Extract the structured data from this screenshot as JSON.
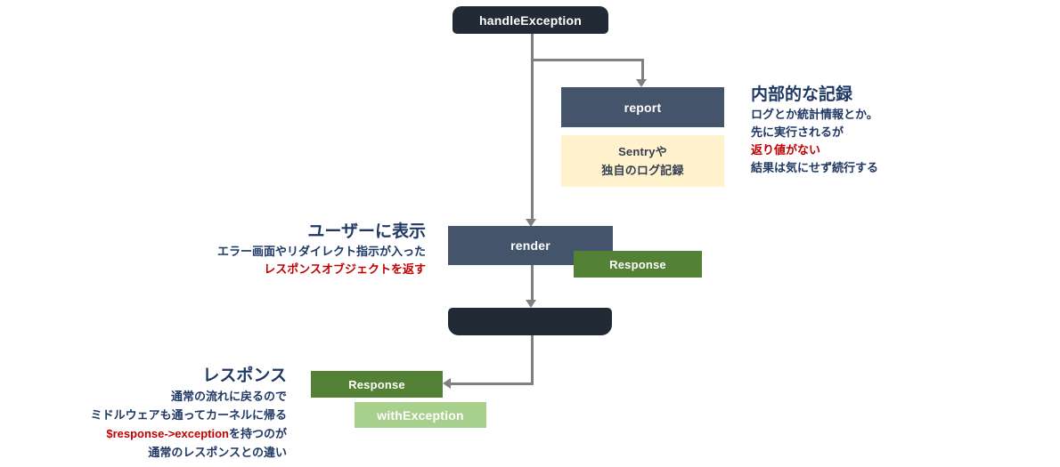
{
  "flowchart": {
    "handle_exception_label": "handleException",
    "report_label": "report",
    "sentry_note": {
      "line1": "Sentryや",
      "line2": "独自のログ記録"
    },
    "render_label": "render",
    "response_mid_label": "Response",
    "response_final_label": "Response",
    "with_exception_label": "withException"
  },
  "annotations": {
    "internal_log": {
      "heading": "内部的な記録",
      "lines": [
        "ログとか統計情報とか。",
        "先に実行されるが",
        "返り値がない",
        "結果は気にせず続行する"
      ]
    },
    "user_display": {
      "heading": "ユーザーに表示",
      "lines": [
        "エラー画面やリダイレクト指示が入った",
        "レスポンスオブジェクトを返す"
      ]
    },
    "response_note": {
      "heading": "レスポンス",
      "lines": [
        "通常の流れに戻るので",
        "ミドルウェアも通ってカーネルに帰る"
      ],
      "line3_code": "$response->exception",
      "line3_suffix": "を持つのが",
      "line4": "通常のレスポンスとの違い"
    }
  },
  "colors": {
    "dark_navy_box": "#222A35",
    "slate_box": "#44546A",
    "yellow_note": "#FFF2CC",
    "green_box": "#538135",
    "light_green_box": "#A8D08D",
    "annotation_text": "#1F3864",
    "highlight_red": "#C00000",
    "connector_gray": "#808080"
  }
}
